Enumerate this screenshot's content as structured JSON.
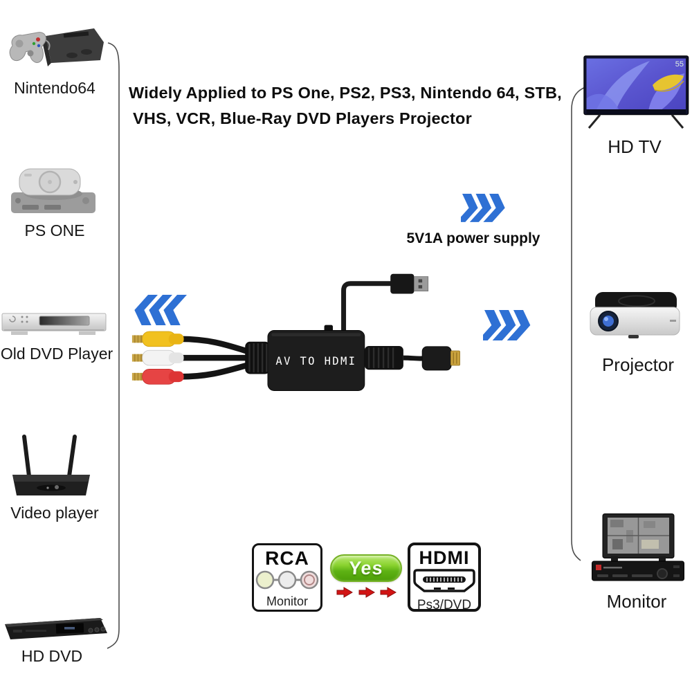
{
  "header": {
    "line1": "Widely Applied to PS One, PS2, PS3, Nintendo 64, STB,",
    "line2": "VHS, VCR, Blue-Ray DVD Players Projector"
  },
  "sources": {
    "items": [
      {
        "label": "Nintendo64"
      },
      {
        "label": "PS ONE"
      },
      {
        "label": "Old DVD Player"
      },
      {
        "label": "Video player"
      },
      {
        "label": "HD DVD"
      }
    ]
  },
  "outputs": {
    "items": [
      {
        "label": "HD TV"
      },
      {
        "label": "Projector"
      },
      {
        "label": "Monitor"
      }
    ]
  },
  "converter": {
    "label": "AV TO HDMI",
    "power_label": "5V1A power supply"
  },
  "tv": {
    "badge": "55"
  },
  "comparison": {
    "rca": {
      "title": "RCA",
      "subtitle": "Monitor"
    },
    "yes": {
      "label": "Yes"
    },
    "hdmi": {
      "title": "HDMI",
      "subtitle": "Ps3/DVD"
    }
  },
  "icons": {
    "chevrons_left": "triple-chevron-left",
    "chevrons_right": "triple-chevron-right",
    "red_arrows": "triple-dashed-arrow-right"
  },
  "colors": {
    "accent_blue": "#2e70d4",
    "yes_green": "#5eb214",
    "arrow_red": "#d21414",
    "rca_yellow": "#f1c11f",
    "rca_white": "#f2f2f2",
    "rca_red": "#e64444",
    "gold": "#c9a23e"
  }
}
